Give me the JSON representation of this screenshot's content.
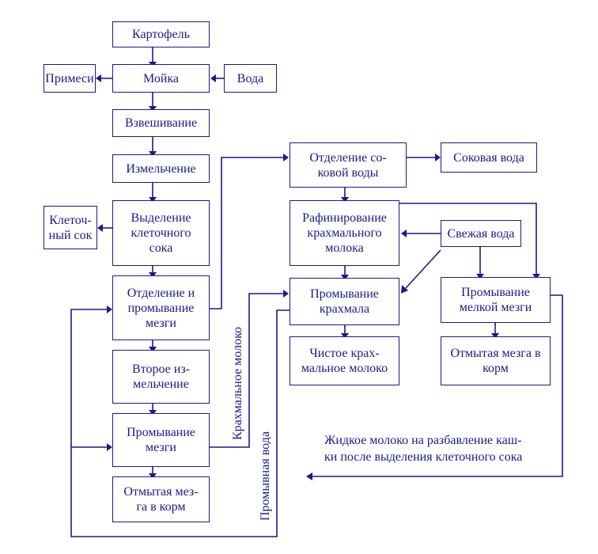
{
  "boxes": {
    "potato": "Картофель",
    "washing": "Мойка",
    "impurities": "Примеси",
    "water": "Вода",
    "weighing": "Взвешивание",
    "grinding": "Измельчение",
    "juice_separation": "Выделение\nклеточного\nсока",
    "cell_juice": "Клеточ-\nный сок",
    "pulp_separation": "Отделение и\nпромывание\nмезги",
    "second_grinding": "Второе из-\nмельчение",
    "pulp_washing": "Промывание\nмезги",
    "washed_pulp_feed": "Отмытая мез-\nга в корм",
    "juice_water_sep": "Отделение со-\nковой воды",
    "juice_water": "Соковая вода",
    "refining": "Рафинирование\nкрахмального\nмолока",
    "fresh_water": "Свежая вода",
    "starch_washing": "Промывание\nкрахмала",
    "clean_milk": "Чистое крах-\nмальное молоко",
    "fine_pulp_washing": "Промывание\nмелкой мезги",
    "fine_pulp_feed": "Отмытая мезга в\nкорм"
  },
  "labels": {
    "starch_milk": "Крахмальное молоко",
    "wash_water": "Промывная вода",
    "liquid_milk": "Жидкое молоко на разбавление каш-\nки после выделения клеточного сока"
  }
}
